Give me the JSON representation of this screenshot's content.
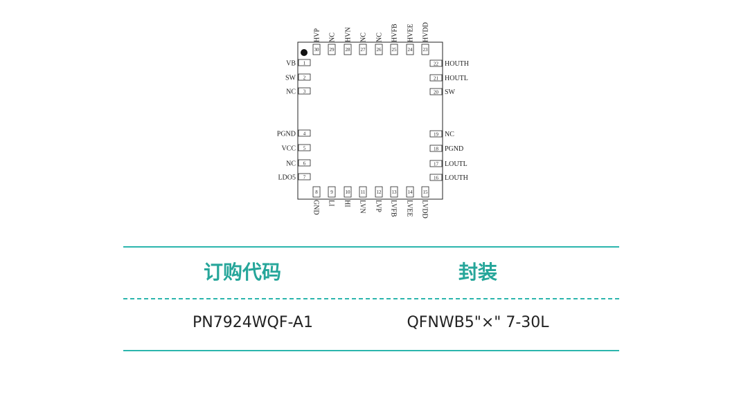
{
  "pins_top": [
    {
      "num": "30",
      "label": "HVP"
    },
    {
      "num": "29",
      "label": "NC"
    },
    {
      "num": "28",
      "label": "HVN"
    },
    {
      "num": "27",
      "label": "NC"
    },
    {
      "num": "26",
      "label": "NC"
    },
    {
      "num": "25",
      "label": "HVFB"
    },
    {
      "num": "24",
      "label": "HVEE"
    },
    {
      "num": "23",
      "label": "HVDD"
    }
  ],
  "pins_bottom": [
    {
      "num": "8",
      "label": "GND"
    },
    {
      "num": "9",
      "label": "LI"
    },
    {
      "num": "10",
      "label": "HI"
    },
    {
      "num": "11",
      "label": "LVN"
    },
    {
      "num": "12",
      "label": "LVP"
    },
    {
      "num": "13",
      "label": "LVFB"
    },
    {
      "num": "14",
      "label": "LVEE"
    },
    {
      "num": "15",
      "label": "LVDD"
    }
  ],
  "pins_left": [
    {
      "num": "1",
      "label": "VB"
    },
    {
      "num": "2",
      "label": "SW"
    },
    {
      "num": "3",
      "label": "NC"
    },
    {
      "num": "4",
      "label": "PGND"
    },
    {
      "num": "5",
      "label": "VCC"
    },
    {
      "num": "6",
      "label": "NC"
    },
    {
      "num": "7",
      "label": "LDO5"
    }
  ],
  "pins_right": [
    {
      "num": "22",
      "label": "HOUTH"
    },
    {
      "num": "21",
      "label": "HOUTL"
    },
    {
      "num": "20",
      "label": "SW"
    },
    {
      "num": "19",
      "label": "NC"
    },
    {
      "num": "18",
      "label": "PGND"
    },
    {
      "num": "17",
      "label": "LOUTL"
    },
    {
      "num": "16",
      "label": "LOUTH"
    }
  ],
  "table": {
    "header_order_code": "订购代码",
    "header_package": "封装",
    "order_code": "PN7924WQF-A1",
    "package": "QFNWB5\"×\" 7-30L"
  },
  "colors": {
    "accent": "#2bb5ad",
    "header_text": "#26a69a"
  }
}
